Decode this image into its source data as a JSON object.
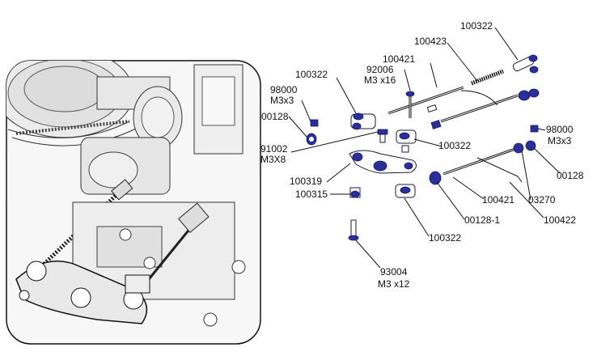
{
  "labels": {
    "l100322_top": "100322",
    "l100423": "100423",
    "l100421_top": "100421",
    "l92006_num": "92006",
    "l92006_size": "M3 x16",
    "l100322_left": "100322",
    "l98000_left_num": "98000",
    "l98000_left_size": "M3x3",
    "l00128_left": "00128",
    "l91002_num": "91002",
    "l91002_size": "M3X8",
    "l100322_mid": "100322",
    "l98000_right_num": "98000",
    "l98000_right_size": "M3x3",
    "l100319": "100319",
    "l100315": "100315",
    "l00128_right": "00128",
    "l100421_bot": "100421",
    "l03270": "03270",
    "l00128_1": "00128-1",
    "l100422": "100422",
    "l100322_bot": "100322",
    "l93004_num": "93004",
    "l93004_size": "M3 x12"
  },
  "colors": {
    "part_fill": "#2b2f9a",
    "line": "#111111"
  }
}
